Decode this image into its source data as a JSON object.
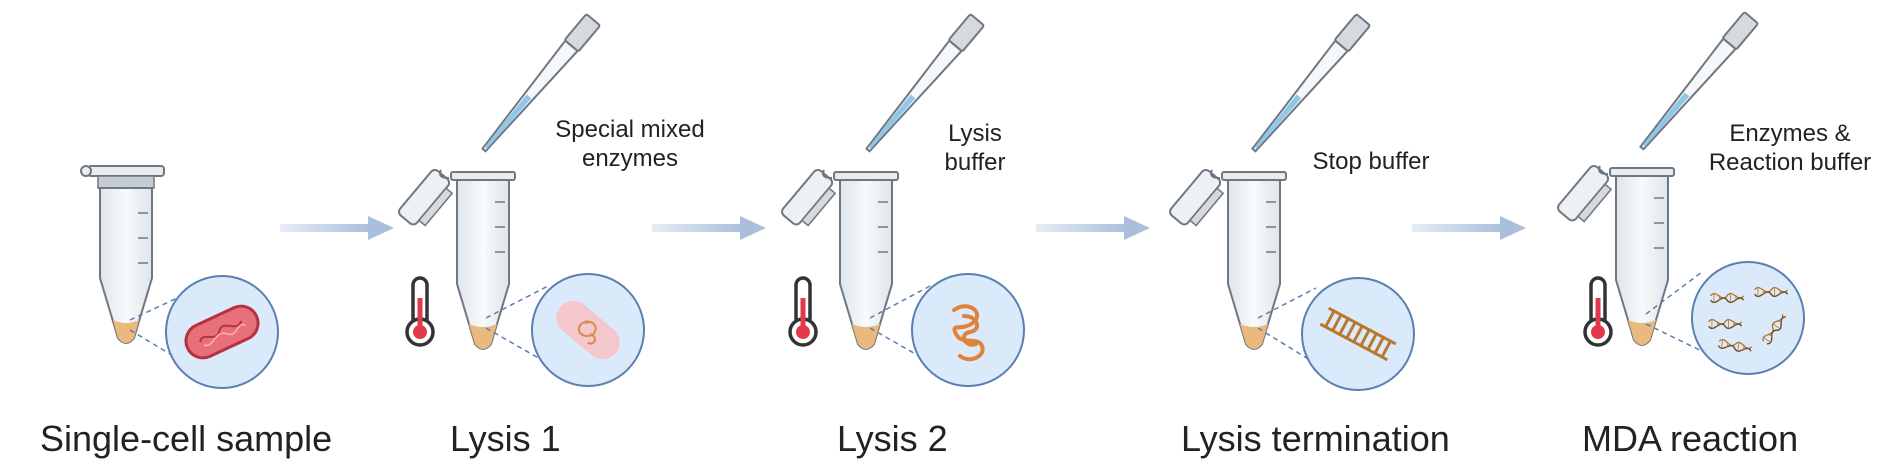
{
  "steps": [
    {
      "label": "Single-cell sample"
    },
    {
      "label": "Lysis 1",
      "reagent": [
        "Special mixed",
        "enzymes"
      ]
    },
    {
      "label": "Lysis 2",
      "reagent": [
        "Lysis",
        "buffer"
      ]
    },
    {
      "label": "Lysis termination",
      "reagent": [
        "Stop buffer"
      ]
    },
    {
      "label": "MDA reaction",
      "reagent": [
        "Enzymes &",
        "Reaction buffer"
      ]
    }
  ],
  "colors": {
    "tube_outline": "#6f7780",
    "tube_fill": "#f1f4f6",
    "sample": "#e9b97d",
    "pipette_liquid": "#8fc7ea",
    "zoom_circle": "#dbeafb",
    "zoom_outline": "#5b7fb0",
    "arrow": "#b5c7e0",
    "thermometer_bulb": "#e23a4c",
    "cell": "#e8707b",
    "dna": "#b87a2a"
  },
  "icons": [
    "microtube-icon",
    "pipette-icon",
    "thermometer-icon",
    "arrow-right-icon",
    "bacterium-icon",
    "dna-icon"
  ]
}
